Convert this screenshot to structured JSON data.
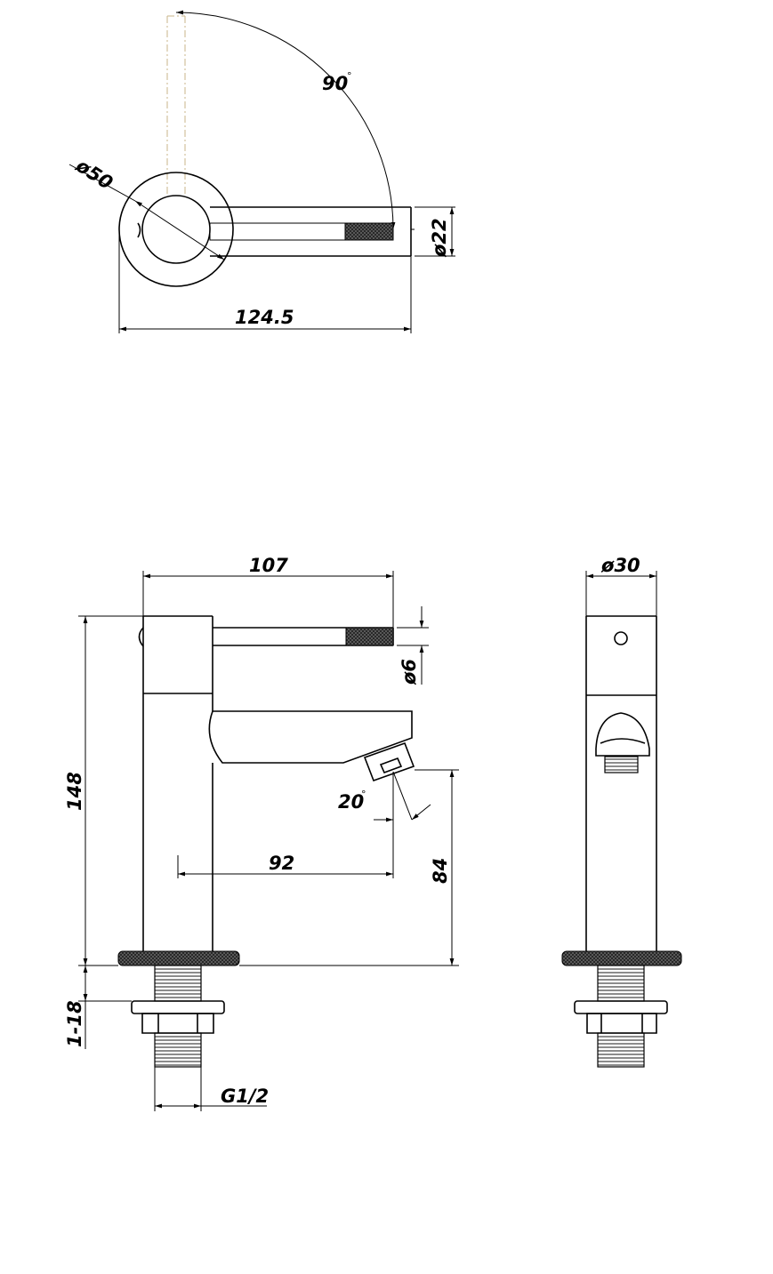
{
  "top_view": {
    "angle": "90",
    "angle_unit": "°",
    "circle_diameter": "50",
    "handle_diameter": "22",
    "overall_length": "124.5"
  },
  "front_view": {
    "spout_reach_total": "107",
    "lever_diameter": "6",
    "total_height": "148",
    "spout_angle": "20",
    "spout_reach": "92",
    "spout_height": "84",
    "thread_length": "1-18",
    "thread_spec": "G1/2"
  },
  "side_view": {
    "body_diameter": "30"
  },
  "symbols": {
    "diameter": "ø",
    "degree": "°"
  }
}
